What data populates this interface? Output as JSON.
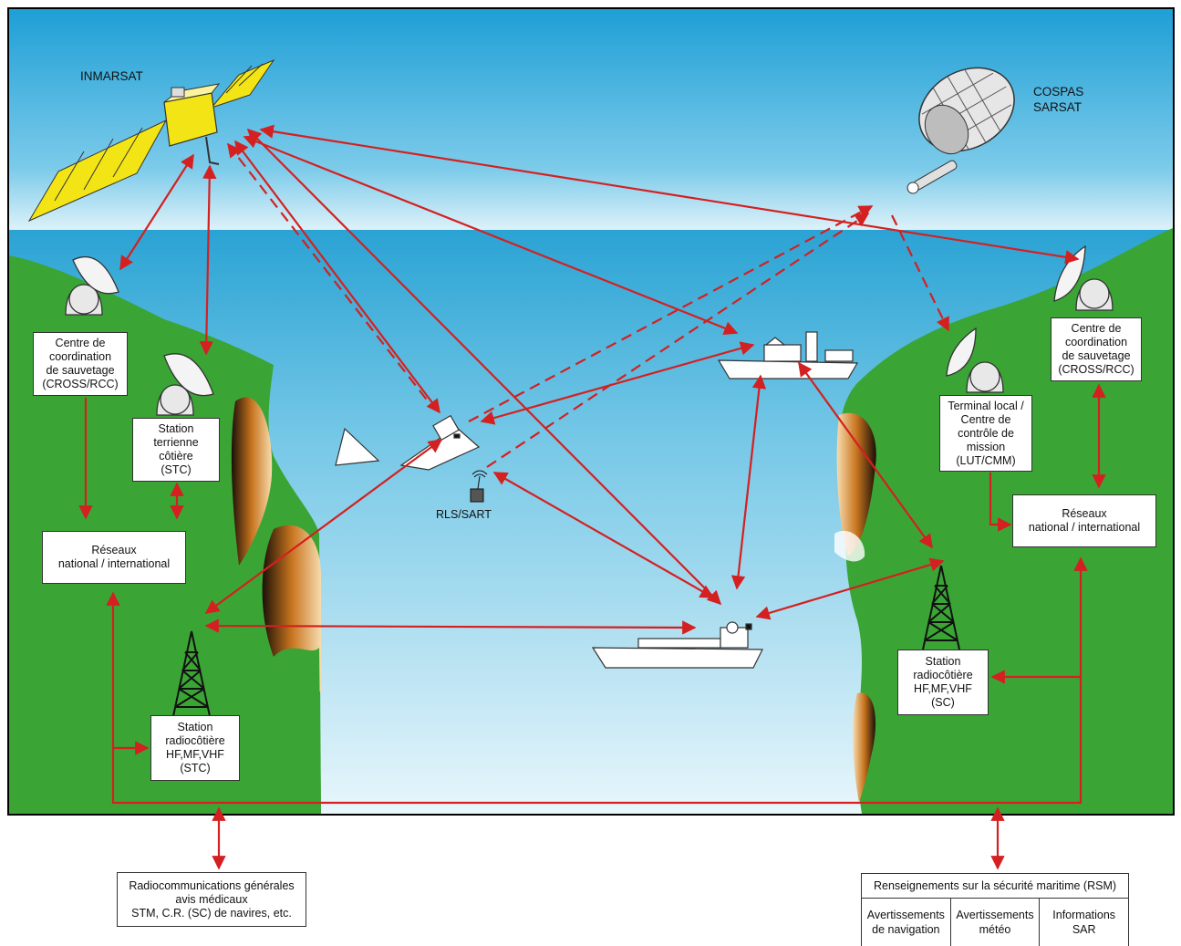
{
  "labels": {
    "inmarsat": "INMARSAT",
    "cospas": "COSPAS\nSARSAT",
    "beacon": "RLS/SART"
  },
  "boxes": {
    "rcc_left": "Centre de\ncoordination\nde sauvetage\n(CROSS/RCC)",
    "stc_earth": "Station\nterrienne\ncôtière\n(STC)",
    "network_left": "Réseaux\nnational / international",
    "radio_left": "Station\nradiocôtière\nHF,MF,VHF\n(STC)",
    "lut": "Terminal local /\nCentre de\ncontrôle de\nmission\n(LUT/CMM)",
    "rcc_right": "Centre de\ncoordination\nde sauvetage\n(CROSS/RCC)",
    "network_right": "Réseaux\nnational / international",
    "radio_right": "Station\nradiocôtière\nHF,MF,VHF\n(SC)",
    "general": "Radiocommunications générales\navis médicaux\nSTM, C.R. (SC) de navires, etc."
  },
  "rsm": {
    "title": "Renseignements sur la sécurité maritime (RSM)",
    "cols": [
      "Avertissements\nde navigation",
      "Avertissements\nmétéo",
      "Informations\nSAR"
    ]
  },
  "colors": {
    "sky": "#2aa6d8",
    "sea": "#7fcde9",
    "land": "#3aa535",
    "arrow": "#d42020",
    "panel": "#f2e81a"
  }
}
